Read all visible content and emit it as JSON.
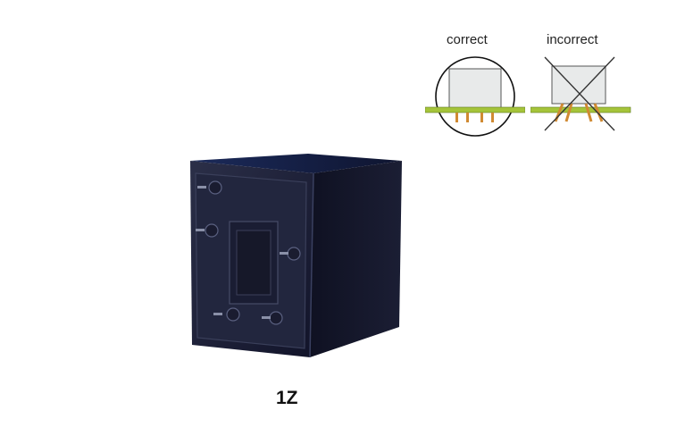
{
  "diagram": {
    "correct_label": "correct",
    "incorrect_label": "incorrect"
  },
  "product": {
    "model": "1Z"
  },
  "colors": {
    "pcb": "#a5c43a",
    "pins": "#d08a32",
    "relay_body": "#171a2c"
  }
}
